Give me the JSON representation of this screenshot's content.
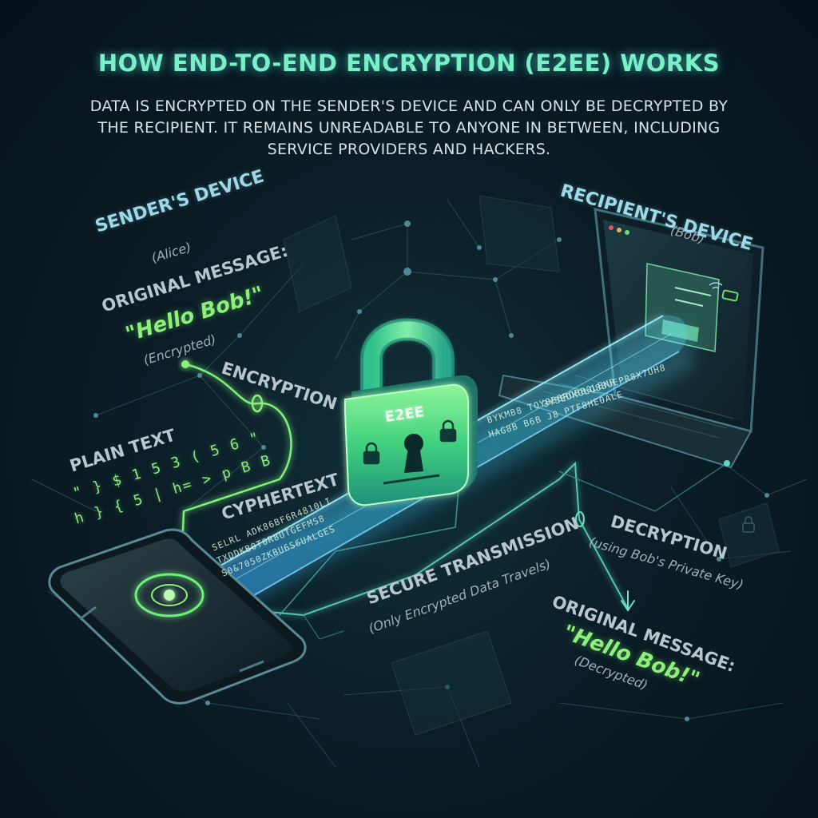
{
  "title": "HOW END-TO-END ENCRYPTION (E2EE) WORKS",
  "subtitle": "DATA IS ENCRYPTED ON THE SENDER'S DEVICE AND CAN ONLY BE DECRYPTED BY THE RECIPIENT. IT REMAINS UNREADABLE TO ANYONE IN BETWEEN, INCLUDING SERVICE PROVIDERS AND HACKERS.",
  "sender": {
    "label": "SENDER'S DEVICE",
    "name": "(Alice)",
    "message_label": "ORIGINAL MESSAGE:",
    "message": "\"Hello Bob!\"",
    "message_state": "(Encrypted)"
  },
  "recipient": {
    "label": "RECIPIENT'S DEVICE",
    "name": "(Bob)",
    "message_label": "ORIGINAL MESSAGE:",
    "message": "\"Hello Bob!\"",
    "message_state": "(Decrypted)"
  },
  "steps": {
    "encryption": "ENCRYPTION",
    "plain_text": "PLAIN TEXT",
    "plain_text_line1": "\" } $ 1 5 3 ( 5 6 \"",
    "plain_text_line2": "h } { 5 | h= > p B B",
    "cyphertext": "CYPHERTEXT",
    "cipher_line1": "SELRL ADK86BF6R4810LI",
    "cipher_line2": "TXDDKB0T0R8UTGEFMS8",
    "cipher_line3": "S0&7050ZKBU6S6UALGES",
    "cipher_right1": "BYKMB8 TOY8B8ROB80LEKR",
    "cipher_right2": "HAG8B B6B J8 PTF8HE0ALE",
    "cipher_right3": "3Y3EDKOLQ8BUEPR8X7UH8",
    "secure_transmission": "SECURE TRANSMISSION",
    "secure_transmission_note": "(Only Encrypted Data Travels)",
    "decryption": "DECRYPTION",
    "decryption_note": "(using Bob's Private Key)"
  },
  "lock": {
    "label": "E2EE"
  },
  "colors": {
    "accent_green": "#8df07a",
    "accent_cyan": "#5fd6e8",
    "background": "#0b1d26"
  },
  "icons": [
    "padlock-icon",
    "smartphone-icon",
    "laptop-icon",
    "wifi-icon",
    "battery-icon",
    "keyhole-icon"
  ]
}
